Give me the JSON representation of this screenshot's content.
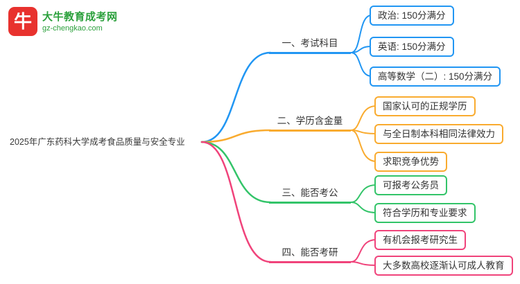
{
  "logo": {
    "site_name": "大牛教育成考网",
    "site_url": "gz-chengkao.com",
    "icon_glyph": "牛",
    "brand_red": "#e8322e",
    "brand_green": "#2ba03c"
  },
  "root": {
    "label": "2025年广东药科大学成考食品质量与安全专业"
  },
  "branches": [
    {
      "label": "一、考试科目",
      "color": "#2196f3",
      "children": [
        "政治: 150分满分",
        "英语: 150分满分",
        "高等数学（二）: 150分满分"
      ]
    },
    {
      "label": "二、学历含金量",
      "color": "#f9ab2f",
      "children": [
        "国家认可的正规学历",
        "与全日制本科相同法律效力",
        "求职竞争优势"
      ]
    },
    {
      "label": "三、能否考公",
      "color": "#33c469",
      "children": [
        "可报考公务员",
        "符合学历和专业要求"
      ]
    },
    {
      "label": "四、能否考研",
      "color": "#f0437b",
      "children": [
        "有机会报考研究生",
        "大多数高校逐渐认可成人教育"
      ]
    }
  ]
}
